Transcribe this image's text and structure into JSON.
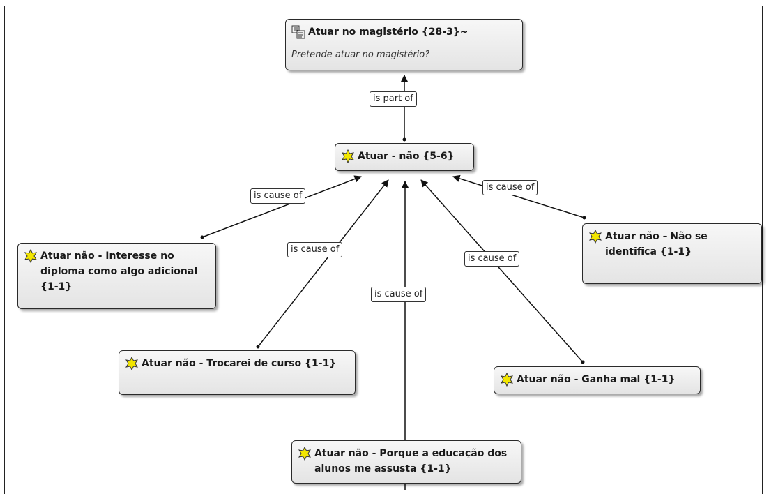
{
  "root": {
    "title": "Atuar no magistério {28-3}~",
    "comment": "Pretende atuar no magistério?",
    "icon": "code-document-icon"
  },
  "center": {
    "title": "Atuar - não {5-6}",
    "icon": "code-icon"
  },
  "relations": {
    "is_part_of": "is part of",
    "is_cause_of": "is cause of"
  },
  "codes": [
    {
      "id": "interesse",
      "title": "Atuar não - Interesse no diploma como algo adicional {1-1}",
      "icon": "code-icon"
    },
    {
      "id": "identifica",
      "title": "Atuar não - Não se identifica {1-1}",
      "icon": "code-icon"
    },
    {
      "id": "trocarei",
      "title": "Atuar não - Trocarei de curso {1-1}",
      "icon": "code-icon"
    },
    {
      "id": "ganha",
      "title": "Atuar não - Ganha mal {1-1}",
      "icon": "code-icon"
    },
    {
      "id": "educacao",
      "title": "Atuar não - Porque a educação dos alunos me assusta {1-1}",
      "icon": "code-icon"
    }
  ],
  "colors": {
    "code_icon": "#f2e600",
    "node_border": "#2a2a2a",
    "edge": "#111111"
  }
}
